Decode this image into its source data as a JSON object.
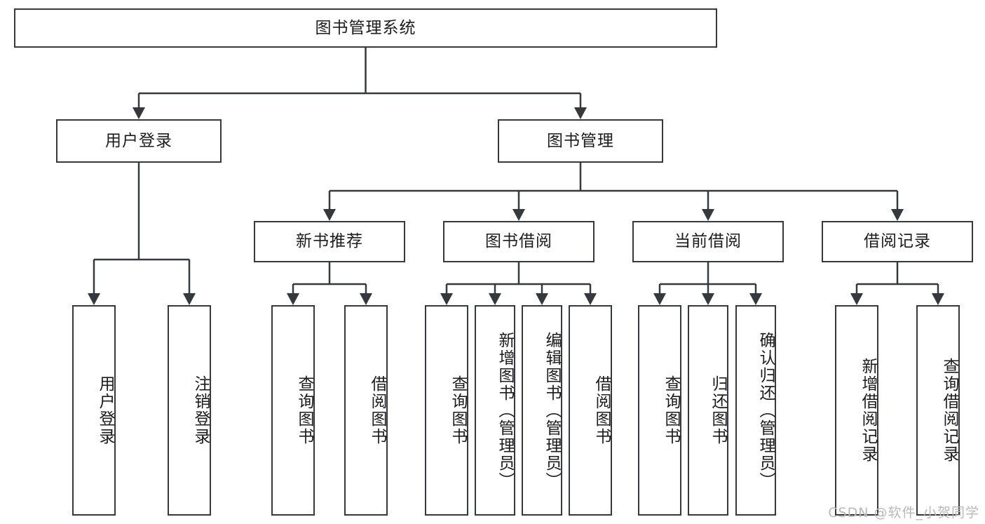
{
  "diagram": {
    "type": "tree-hierarchy-chart",
    "title": "图书管理系统",
    "orientation": "top-down",
    "colors": {
      "box_border": "#35383d",
      "box_fill": "#ffffff",
      "text": "#1c1c1c",
      "background": "#ffffff",
      "watermark": "#b9b9b9"
    },
    "root": {
      "label": "图书管理系统"
    },
    "level2": [
      {
        "id": "user-login",
        "label": "用户登录"
      },
      {
        "id": "book-manage",
        "label": "图书管理"
      }
    ],
    "level3": [
      {
        "id": "new-book-recommend",
        "label": "新书推荐"
      },
      {
        "id": "book-borrow",
        "label": "图书借阅"
      },
      {
        "id": "current-borrow",
        "label": "当前借阅"
      },
      {
        "id": "borrow-record",
        "label": "借阅记录"
      }
    ],
    "leaves": {
      "user_login": [
        {
          "id": "leaf-user-login",
          "label": "用户登录"
        },
        {
          "id": "leaf-logout-login",
          "label": "注销登录"
        }
      ],
      "new_book_recommend": [
        {
          "id": "leaf-query-book-1",
          "label": "查询图书"
        },
        {
          "id": "leaf-borrow-book-1",
          "label": "借阅图书"
        }
      ],
      "book_borrow": [
        {
          "id": "leaf-query-book-2",
          "label": "查询图书"
        },
        {
          "id": "leaf-add-book",
          "label": "新增图书（管理员）"
        },
        {
          "id": "leaf-edit-book",
          "label": "编辑图书（管理员）"
        },
        {
          "id": "leaf-borrow-book-2",
          "label": "借阅图书"
        }
      ],
      "current_borrow": [
        {
          "id": "leaf-query-book-3",
          "label": "查询图书"
        },
        {
          "id": "leaf-return-book",
          "label": "归还图书"
        },
        {
          "id": "leaf-confirm-return",
          "label": "确认归还（管理员）"
        }
      ],
      "borrow_record": [
        {
          "id": "leaf-add-record",
          "label": "新增借阅记录"
        },
        {
          "id": "leaf-query-record",
          "label": "查询借阅记录"
        }
      ]
    }
  },
  "watermark": {
    "text": "CSDN @软件_小贺同学"
  }
}
